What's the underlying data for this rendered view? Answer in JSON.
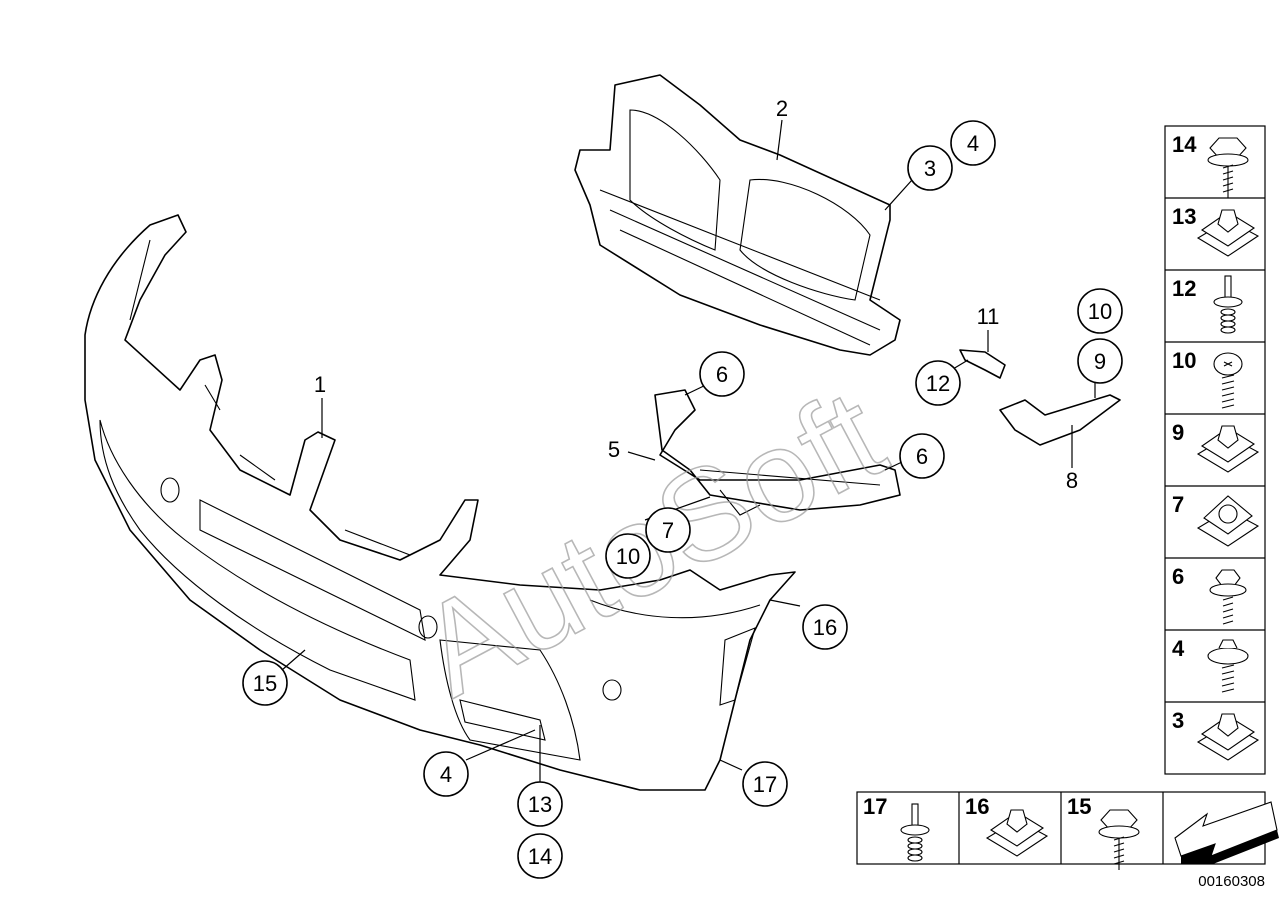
{
  "watermark": "AutoSoft",
  "diagram_id": "00160308",
  "callouts": [
    {
      "id": "c1",
      "label": "1",
      "circled": false
    },
    {
      "id": "c2",
      "label": "2",
      "circled": false
    },
    {
      "id": "c3",
      "label": "3",
      "circled": true
    },
    {
      "id": "c4",
      "label": "4",
      "circled": true
    },
    {
      "id": "c5",
      "label": "5",
      "circled": false
    },
    {
      "id": "c6a",
      "label": "6",
      "circled": true
    },
    {
      "id": "c6b",
      "label": "6",
      "circled": true
    },
    {
      "id": "c7",
      "label": "7",
      "circled": true
    },
    {
      "id": "c8",
      "label": "8",
      "circled": false
    },
    {
      "id": "c9",
      "label": "9",
      "circled": true
    },
    {
      "id": "c10a",
      "label": "10",
      "circled": true
    },
    {
      "id": "c10b",
      "label": "10",
      "circled": true
    },
    {
      "id": "c11",
      "label": "11",
      "circled": false
    },
    {
      "id": "c12",
      "label": "12",
      "circled": true
    },
    {
      "id": "c13",
      "label": "13",
      "circled": true
    },
    {
      "id": "c14",
      "label": "14",
      "circled": true
    },
    {
      "id": "c15",
      "label": "15",
      "circled": true
    },
    {
      "id": "c16",
      "label": "16",
      "circled": true
    },
    {
      "id": "c17",
      "label": "17",
      "circled": true
    },
    {
      "id": "c4b",
      "label": "4",
      "circled": true
    }
  ],
  "legend_right": [
    {
      "label": "14",
      "icon": "hex-bolt-icon"
    },
    {
      "label": "13",
      "icon": "clip-nut-icon"
    },
    {
      "label": "12",
      "icon": "expanding-rivet-icon"
    },
    {
      "label": "10",
      "icon": "tapping-screw-icon"
    },
    {
      "label": "9",
      "icon": "clip-nut-icon"
    },
    {
      "label": "7",
      "icon": "spring-nut-icon"
    },
    {
      "label": "6",
      "icon": "collar-screw-icon"
    },
    {
      "label": "4",
      "icon": "washer-screw-icon"
    },
    {
      "label": "3",
      "icon": "clip-nut-icon"
    }
  ],
  "legend_bottom": [
    {
      "label": "17",
      "icon": "expanding-rivet-icon"
    },
    {
      "label": "16",
      "icon": "clip-nut-icon"
    },
    {
      "label": "15",
      "icon": "hex-bolt-icon"
    },
    {
      "label": "",
      "icon": "direction-arrow-icon"
    }
  ]
}
